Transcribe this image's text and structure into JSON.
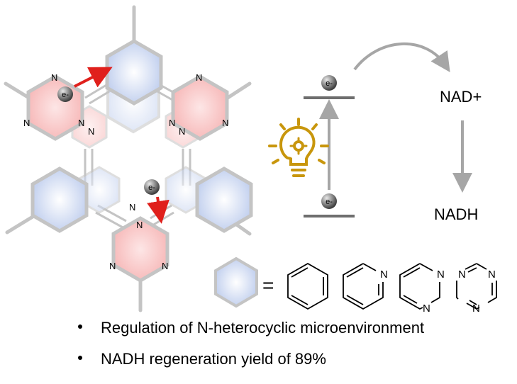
{
  "labels": {
    "nitrogen": "N",
    "electron": "e-",
    "nad_plus": "NAD+",
    "nadh": "NADH",
    "equals": "="
  },
  "bullets": [
    "Regulation of N-heterocyclic microenvironment",
    "NADH regeneration yield of 89%"
  ],
  "colors": {
    "framework_gray": "#c4c4c4",
    "blue_ring_fill": "#c9d6ef",
    "red_ring_fill": "#f8c8c8",
    "transfer_arrow": "#e0201c",
    "bulb": "#c8960c",
    "process_arrow": "#a6a6a6",
    "energy_level": "#6e6e6e",
    "electron_ball": "#555555"
  },
  "icons": [
    "lightbulb-gear-icon",
    "electron-ball-icon"
  ]
}
